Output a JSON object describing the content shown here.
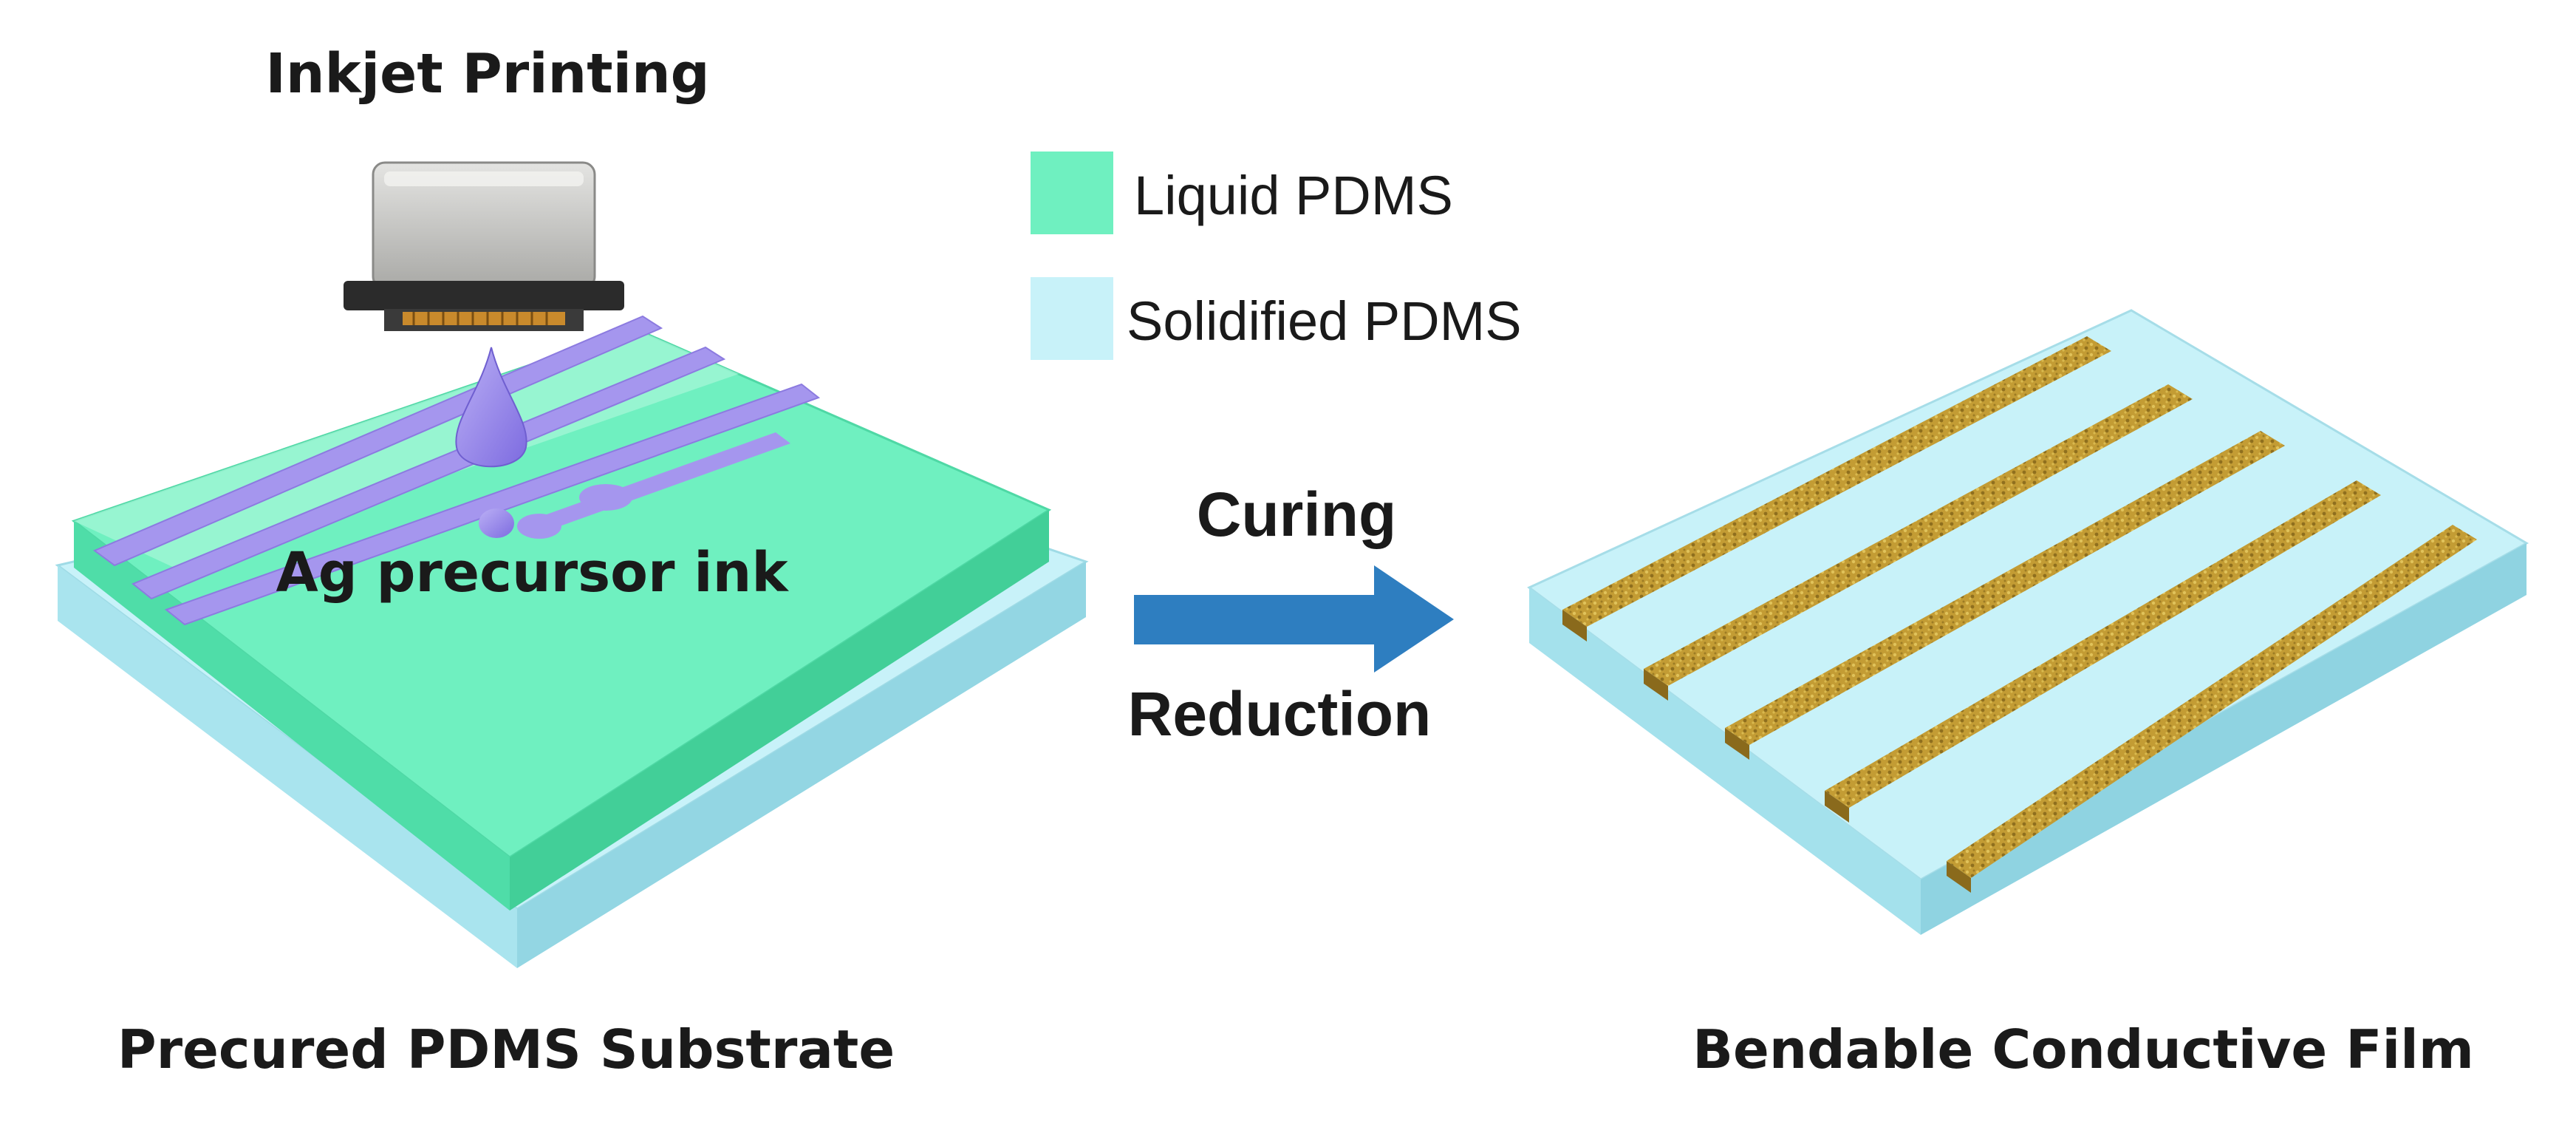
{
  "title": "Inkjet Printing",
  "legend": {
    "items": [
      {
        "label": "Liquid PDMS",
        "color": "#6ff0c0"
      },
      {
        "label": "Solidified PDMS",
        "color": "#c8f2f9"
      }
    ]
  },
  "ink_label": "Ag precursor ink",
  "process": {
    "top_label": "Curing",
    "bottom_label": "Reduction",
    "arrow_color": "#2e7ec0"
  },
  "captions": {
    "left": "Precured PDMS Substrate",
    "right": "Bendable Conductive Film"
  },
  "colors": {
    "liquid_pdms": "#6ff0c0",
    "solidified_pdms": "#c8f2f9",
    "ink": "#a596ee",
    "silver_trace": "#c9a63d"
  }
}
